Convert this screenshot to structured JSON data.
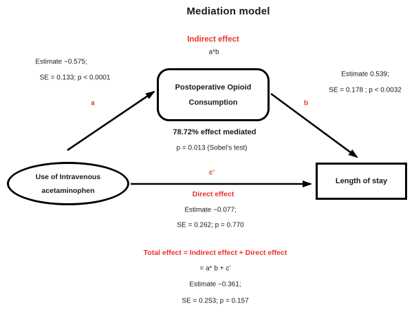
{
  "title": "Mediation model",
  "colors": {
    "red": "#e8342c",
    "black": "#1a1a1a"
  },
  "indirect_effect": {
    "heading": "Indirect effect",
    "formula": "a*b"
  },
  "path_a": {
    "label": "a",
    "estimate": "Estimate −0.575;",
    "se": "SE = 0.133; p < 0.0001"
  },
  "path_b": {
    "label": "b",
    "estimate": "Estimate 0.539;",
    "se": "SE = 0.178 ; p < 0.0032"
  },
  "path_c": {
    "label": "c’"
  },
  "mediator": {
    "line1": "Postoperative Opioid",
    "line2": "Consumption"
  },
  "mediation_result": {
    "line1": "78.72% effect mediated",
    "line2": "p = 0.013 (Sobel’s test)"
  },
  "predictor": {
    "line1": "Use of Intravenous",
    "line2": "acetaminophen"
  },
  "outcome": {
    "label": "Length of stay"
  },
  "direct_effect": {
    "heading": "Direct effect",
    "estimate": "Estimate −0.077;",
    "se": "SE = 0.262; p = 0.770"
  },
  "total_effect": {
    "heading": "Total effect = Indirect effect + Direct effect",
    "formula": "= a* b + c’",
    "estimate": "Estimate −0.361;",
    "se": "SE = 0.253; p = 0.157"
  }
}
